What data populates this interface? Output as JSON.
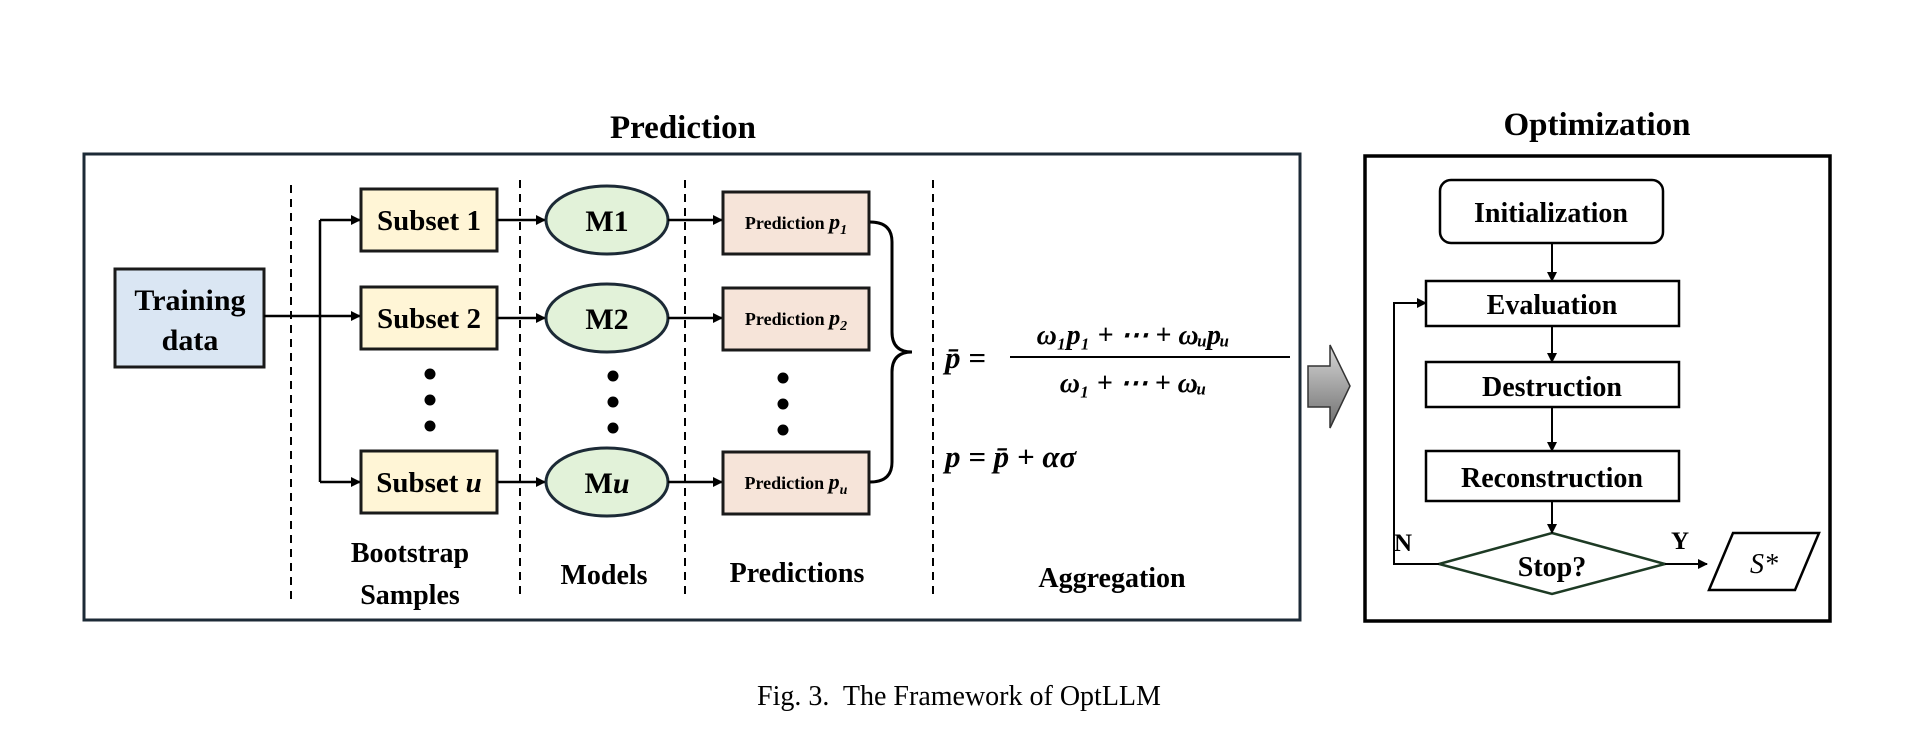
{
  "prediction": {
    "title": "Prediction",
    "training_data": [
      "Training",
      "data"
    ],
    "subsets": [
      "Subset 1",
      "Subset 2",
      "Subset "
    ],
    "subset_u_var": "u",
    "models": [
      "M1",
      "M2",
      "M"
    ],
    "model_u_var": "u",
    "prediction_label": "Prediction ",
    "prediction_vars": [
      "p",
      "p",
      "p"
    ],
    "prediction_subs": [
      "1",
      "2",
      "u"
    ],
    "columns": {
      "bootstrap": [
        "Bootstrap",
        "Samples"
      ],
      "models": "Models",
      "predictions": "Predictions",
      "aggregation": "Aggregation"
    },
    "formula": {
      "lhs": "p̄ =",
      "numerator": "ω₁p₁ + ⋯ +  ωᵤpᵤ",
      "denominator": "ω₁ + ⋯ + ωᵤ",
      "second": "p = p̄ + ασ"
    }
  },
  "optimization": {
    "title": "Optimization",
    "steps": [
      "Initialization",
      "Evaluation",
      "Destruction",
      "Reconstruction"
    ],
    "decision": "Stop?",
    "no_label": "N",
    "yes_label": "Y",
    "output": "S*"
  },
  "caption": "Fig. 3.  The Framework of OptLLM"
}
